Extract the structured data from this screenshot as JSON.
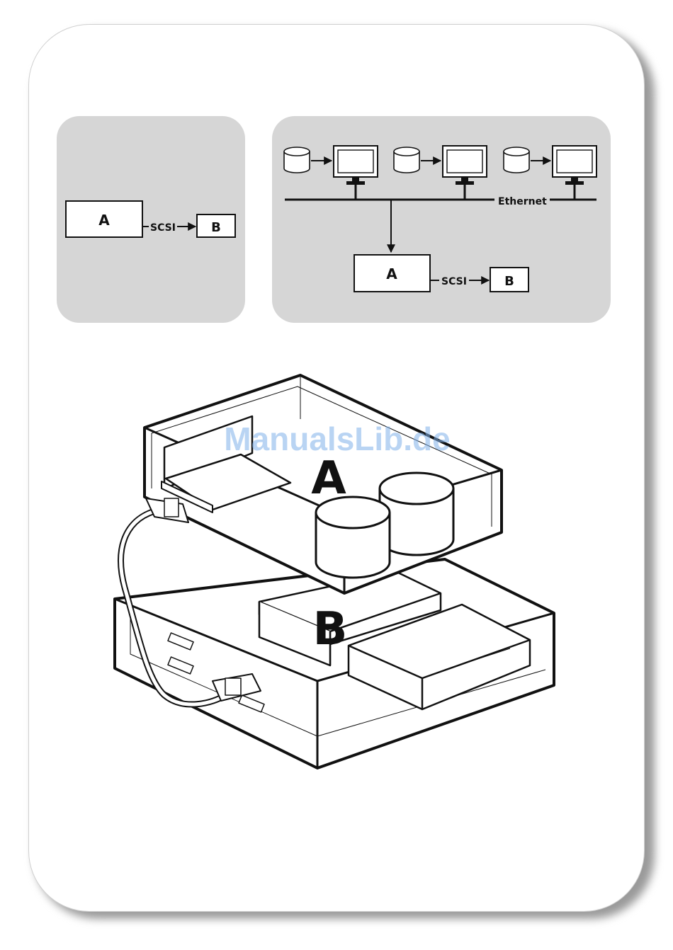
{
  "simple_setup": {
    "device_a": "A",
    "connection": "SCSI",
    "device_b": "B"
  },
  "network_setup": {
    "network": "Ethernet",
    "device_a": "A",
    "connection": "SCSI",
    "device_b": "B",
    "client_count": 3
  },
  "illustration": {
    "server_label": "A",
    "enclosure_label": "B"
  },
  "watermark": "ManualsLib.de"
}
